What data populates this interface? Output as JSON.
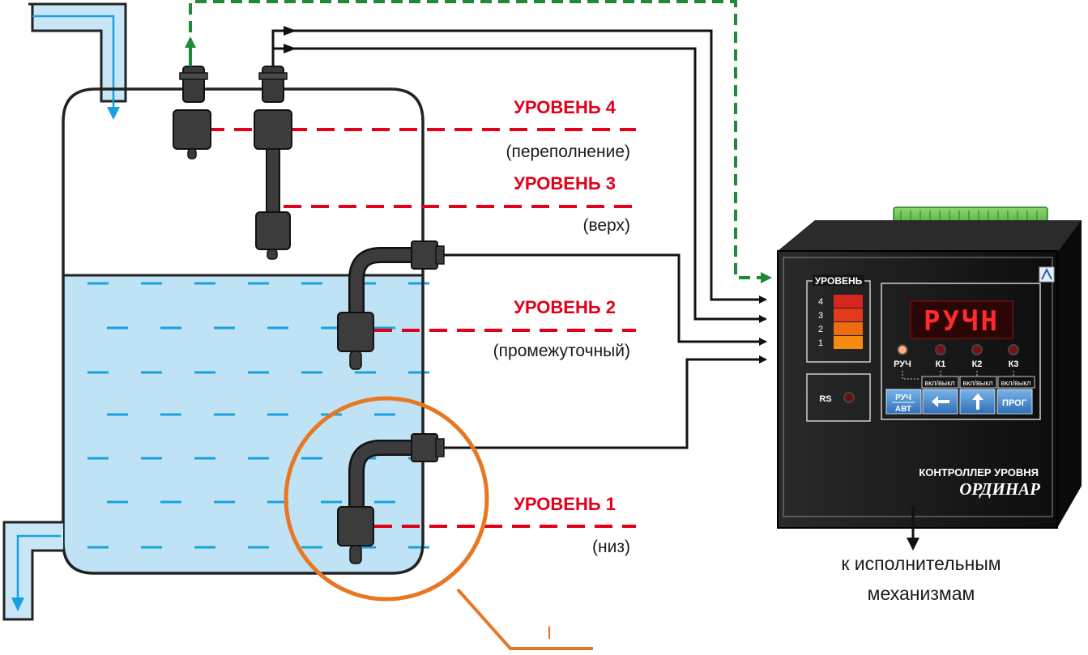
{
  "levels": [
    {
      "title": "УРОВЕНЬ 4",
      "subtitle": "(переполнение)"
    },
    {
      "title": "УРОВЕНЬ 3",
      "subtitle": "(верх)"
    },
    {
      "title": "УРОВЕНЬ 2",
      "subtitle": "(промежуточный)"
    },
    {
      "title": "УРОВЕНЬ 1",
      "subtitle": "(низ)"
    }
  ],
  "device": {
    "level_panel_label": "УРОВЕНЬ",
    "level_numbers": [
      "4",
      "3",
      "2",
      "1"
    ],
    "display_text": "РУЧН",
    "indicators": [
      "РУЧ",
      "К1",
      "К2",
      "К3"
    ],
    "switch_labels": [
      "вкл/выкл",
      "вкл/выкл",
      "вкл/выкл"
    ],
    "rs_label": "RS",
    "buttons": {
      "manual_top": "РУЧ",
      "manual_bottom": "АВТ",
      "prog": "ПРОГ"
    },
    "name_line1": "КОНТРОЛЛЕР УРОВНЯ",
    "name_line2": "ОРДИНАР"
  },
  "output_label": {
    "line1": "к исполнительным",
    "line2": "механизмам"
  },
  "detail_mark": "I",
  "colors": {
    "level_red": "#e2001a",
    "water": "#bfe3f5",
    "water_dash": "#1aa0e0",
    "signal_green": "#1f8a3a",
    "mark_orange": "#e87722",
    "device_body": "#1c1c1c"
  }
}
